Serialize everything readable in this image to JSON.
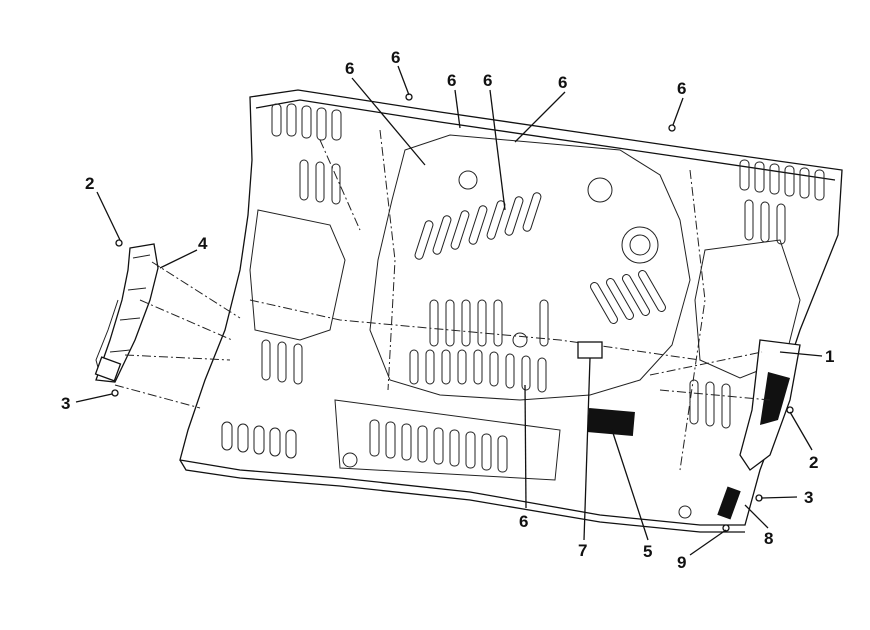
{
  "diagram": {
    "callouts": [
      {
        "id": "c6a",
        "label": "6"
      },
      {
        "id": "c6b",
        "label": "6"
      },
      {
        "id": "c6c",
        "label": "6"
      },
      {
        "id": "c6d",
        "label": "6"
      },
      {
        "id": "c6e",
        "label": "6"
      },
      {
        "id": "c6f",
        "label": "6"
      },
      {
        "id": "c2a",
        "label": "2"
      },
      {
        "id": "c4",
        "label": "4"
      },
      {
        "id": "c3a",
        "label": "3"
      },
      {
        "id": "c1",
        "label": "1"
      },
      {
        "id": "c2b",
        "label": "2"
      },
      {
        "id": "c3b",
        "label": "3"
      },
      {
        "id": "c8",
        "label": "8"
      },
      {
        "id": "c9",
        "label": "9"
      },
      {
        "id": "c6g",
        "label": "6"
      },
      {
        "id": "c7",
        "label": "7"
      },
      {
        "id": "c5",
        "label": "5"
      }
    ]
  }
}
